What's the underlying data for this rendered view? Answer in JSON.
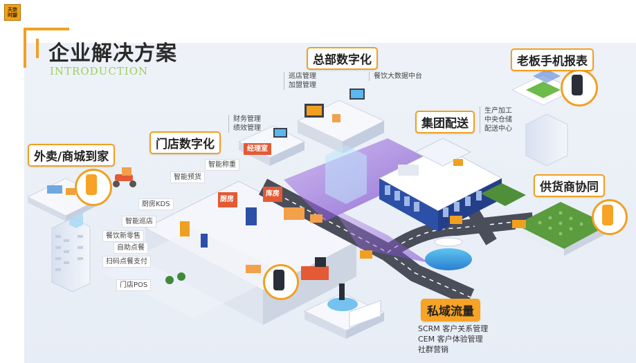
{
  "logo": {
    "line1": "天奈",
    "line2": "时颛"
  },
  "header": {
    "title": "企业解决方案",
    "subtitle": "INTRODUCTION"
  },
  "sections": {
    "hq": "总部数字化",
    "boss": "老板手机报表",
    "delivery": "外卖/商城到家",
    "store": "门店数字化",
    "group": "集团配送",
    "supplier": "供货商协同",
    "private": "私域流量"
  },
  "labels": {
    "hq_ops1": "巡店管理",
    "hq_ops2": "加盟管理",
    "bigdata": "餐饮大数据中台",
    "finance1": "财务管理",
    "finance2": "绩效管理",
    "manager_room": "经理室",
    "group1": "生产加工",
    "group2": "中央仓储",
    "group3": "配送中心",
    "smart_scale": "智能称重",
    "smart_reserve": "智能预货",
    "kitchen_kds": "厨房KDS",
    "smart_patrol": "智能巡店",
    "new_retail": "餐饮新零售",
    "self_order": "自助点餐",
    "scan_pay": "扫码点餐支付",
    "pos": "门店POS",
    "kitchen_sign": "厨房",
    "backroom_sign": "库房"
  },
  "private_items": [
    "SCRM 客户关系管理",
    "CEM 客户体验管理",
    "社群营销"
  ],
  "colors": {
    "accent": "#f0a020",
    "title": "#2a2a2a",
    "subtitle": "#9ccf5c",
    "road": "#4a4e5a",
    "platform": "#f4f6fb",
    "purple": "#7b4fd0"
  }
}
